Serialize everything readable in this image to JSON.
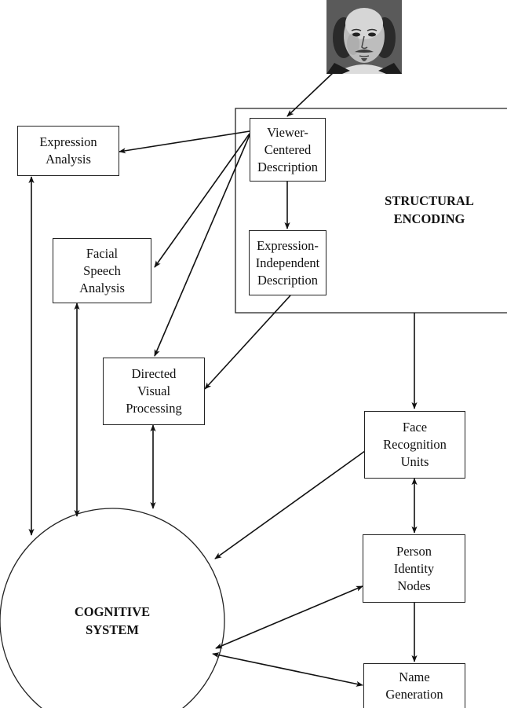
{
  "nodes": {
    "viewer_centered": "Viewer-\nCentered\nDescription",
    "expression_independent": "Expression-\nIndependent\nDescription",
    "expression_analysis": "Expression\nAnalysis",
    "facial_speech": "Facial\nSpeech\nAnalysis",
    "directed_visual": "Directed\nVisual\nProcessing",
    "face_recognition": "Face\nRecognition\nUnits",
    "person_identity": "Person\nIdentity\nNodes",
    "name_generation": "Name\nGeneration"
  },
  "regions": {
    "structural_encoding": "STRUCTURAL\nENCODING",
    "cognitive_system": "COGNITIVE\nSYSTEM"
  },
  "image": {
    "portrait_icon": "face-portrait-icon"
  }
}
